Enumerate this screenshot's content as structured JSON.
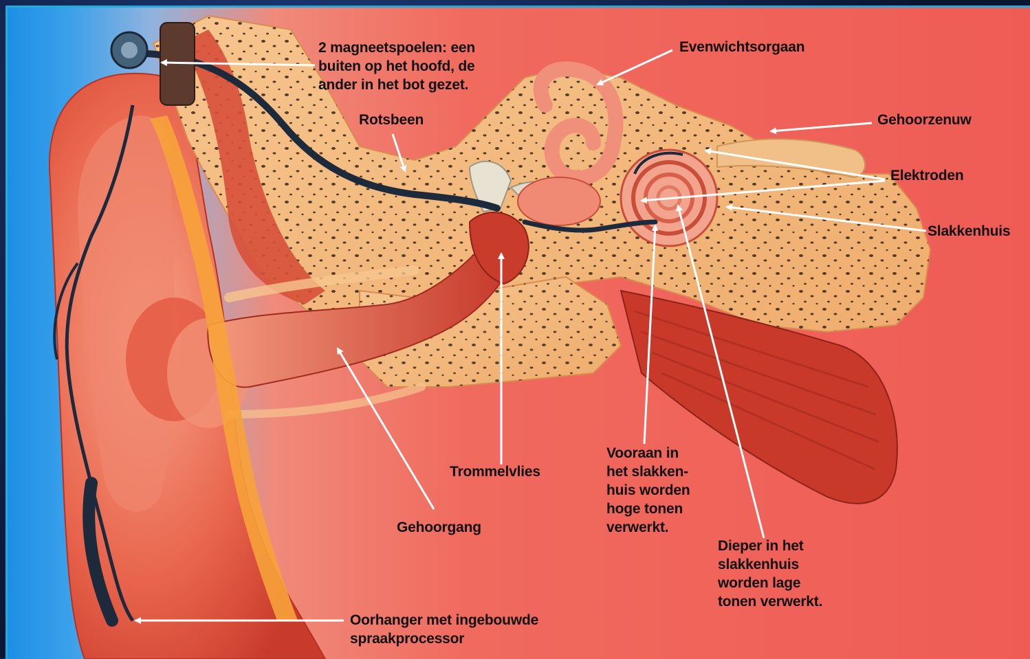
{
  "labels": {
    "magneetspoelen": "2 magneetspoelen: een\nbuiten op het hoofd, de\nander in het bot gezet.",
    "evenwichtsorgaan": "Evenwichtsorgaan",
    "rotsbeen": "Rotsbeen",
    "gehoorzenuw": "Gehoorzenuw",
    "elektroden": "Elektroden",
    "slakkenhuis": "Slakkenhuis",
    "trommelvlies": "Trommelvlies",
    "vooraan": "Vooraan in\nhet slakken-\nhuis worden\nhoge tonen\nverwerkt.",
    "dieper": "Dieper in het\nslakkenhuis\nworden lage\ntonen verwerkt.",
    "gehoorgang": "Gehoorgang",
    "oorhanger": "Oorhanger met ingebouwde\nspraakprocessor"
  },
  "colors": {
    "frame_border": "#27a9d6",
    "background_skin": "#ef5c55",
    "bone": "#f2b87c",
    "tissue": "#d94a35",
    "cable": "#1c2a3c",
    "arrow": "#ffffff"
  }
}
